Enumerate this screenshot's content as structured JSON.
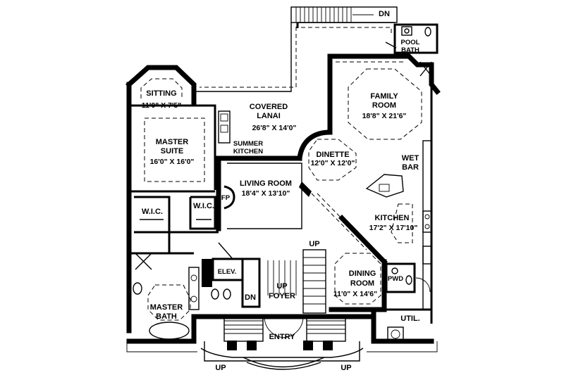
{
  "rooms": {
    "sitting": {
      "name": "SITTING",
      "dims": "11'0\" X 7'5\""
    },
    "covered_lanai": {
      "name_line1": "COVERED",
      "name_line2": "LANAI",
      "dims": "26'8\" X 14'0\""
    },
    "family_room": {
      "name_line1": "FAMILY",
      "name_line2": "ROOM",
      "dims": "18'8\" X 21'6\""
    },
    "pool_bath": {
      "name_line1": "POOL",
      "name_line2": "BATH"
    },
    "master_suite": {
      "name_line1": "MASTER",
      "name_line2": "SUITE",
      "dims": "16'0\" X 16'0\""
    },
    "summer_kitchen": {
      "name_line1": "SUMMER",
      "name_line2": "KITCHEN"
    },
    "dinette": {
      "name": "DINETTE",
      "dims": "12'0\" X 12'0\""
    },
    "wet_bar": {
      "name_line1": "WET",
      "name_line2": "BAR"
    },
    "living_room": {
      "name": "LIVING ROOM",
      "dims": "18'4\"  X 13'10\""
    },
    "fireplace": {
      "name": "FP"
    },
    "wic_left": {
      "name": "W.I.C."
    },
    "wic_right": {
      "name": "W.I.C."
    },
    "kitchen": {
      "name": "KITCHEN",
      "dims": "17'2\" X 17'10\""
    },
    "elevator": {
      "name": "ELEV."
    },
    "foyer": {
      "name_line1": "UP",
      "name_line2": "FOYER"
    },
    "dining_room": {
      "name_line1": "DINING",
      "name_line2": "ROOM",
      "dims": "11'0\" X 14'6\""
    },
    "powder": {
      "name": "PWD"
    },
    "master_bath": {
      "name_line1": "MASTER",
      "name_line2": "BATH"
    },
    "utility": {
      "name": "UTIL."
    },
    "entry": {
      "name": "ENTRY"
    }
  },
  "stairs": {
    "dn_top": "DN",
    "up_center": "UP",
    "dn_foyer": "DN",
    "up_left": "UP",
    "up_right": "UP"
  }
}
